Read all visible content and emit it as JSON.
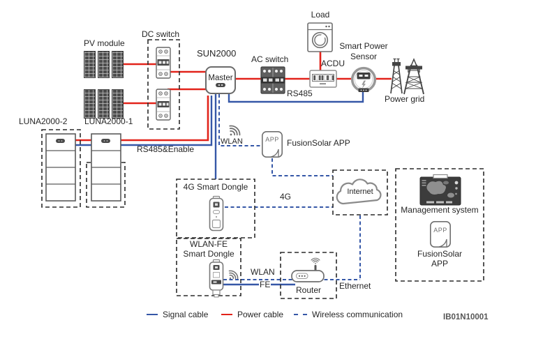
{
  "figure_code": "IB01N10001",
  "colors": {
    "power_cable": "#e2231a",
    "signal_cable": "#3557a7",
    "wireless": "#3557a7",
    "text": "#262626"
  },
  "nodes": {
    "pv_module": {
      "label": "PV module"
    },
    "dc_switch": {
      "label": "DC switch"
    },
    "sun2000": {
      "label": "SUN2000",
      "unit_label": "Master"
    },
    "ac_switch": {
      "label": "AC switch"
    },
    "load": {
      "label": "Load"
    },
    "acdu": {
      "label": "ACDU"
    },
    "smart_power_sensor": {
      "label_line1": "Smart Power",
      "label_line2": "Sensor"
    },
    "power_grid": {
      "label": "Power grid"
    },
    "luna2000_2": {
      "label": "LUNA2000-2"
    },
    "luna2000_1": {
      "label": "LUNA2000-1"
    },
    "wlan_port": {
      "label": "WLAN"
    },
    "fusionsolar_app": {
      "label": "FusionSolar APP",
      "icon_text": "APP"
    },
    "smart_dongle_4g": {
      "label": "4G Smart Dongle"
    },
    "smart_dongle_wlan_fe": {
      "label_line1": "WLAN-FE",
      "label_line2": "Smart Dongle"
    },
    "router": {
      "label": "Router"
    },
    "internet": {
      "label": "Internet"
    },
    "management_system": {
      "label": "Management system"
    },
    "fusionsolar_app_2": {
      "label_line1": "FusionSolar",
      "label_line2": "APP",
      "icon_text": "APP"
    }
  },
  "connection_labels": {
    "rs485": "RS485",
    "rs485_enable": "RS485&Enable",
    "cellular_4g": "4G",
    "wlan": "WLAN",
    "fe": "FE",
    "ethernet": "Ethernet"
  },
  "legend": {
    "items": [
      {
        "label": "Signal cable",
        "style": "solid",
        "color": "#3557a7"
      },
      {
        "label": "Power cable",
        "style": "solid",
        "color": "#e2231a"
      },
      {
        "label": "Wireless communication",
        "style": "dashed",
        "color": "#3557a7"
      }
    ]
  }
}
